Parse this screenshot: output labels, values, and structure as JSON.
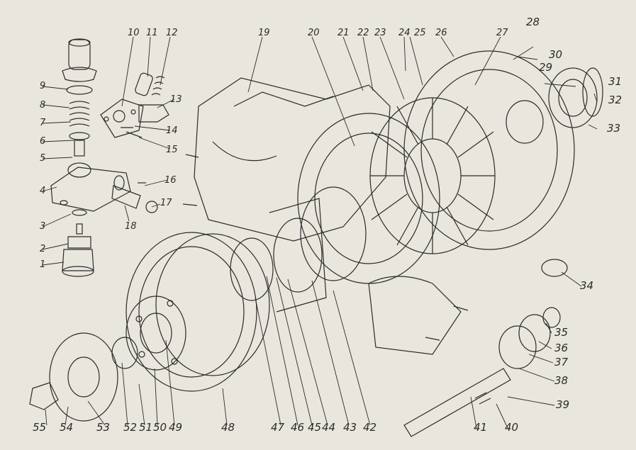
{
  "diagram": {
    "background": "#e9e6de",
    "ink": "#2b2b2b",
    "callouts": [
      "1",
      "2",
      "3",
      "4",
      "5",
      "6",
      "7",
      "8",
      "9",
      "10",
      "11",
      "12",
      "13",
      "14",
      "15",
      "16",
      "17",
      "18",
      "19",
      "20",
      "21",
      "22",
      "23",
      "24",
      "25",
      "26",
      "27",
      "28",
      "29",
      "30",
      "31",
      "32",
      "33",
      "34",
      "35",
      "36",
      "37",
      "38",
      "39",
      "40",
      "41",
      "42",
      "43",
      "44",
      "45",
      "46",
      "47",
      "48",
      "49",
      "50",
      "51",
      "52",
      "53",
      "54",
      "55"
    ]
  }
}
